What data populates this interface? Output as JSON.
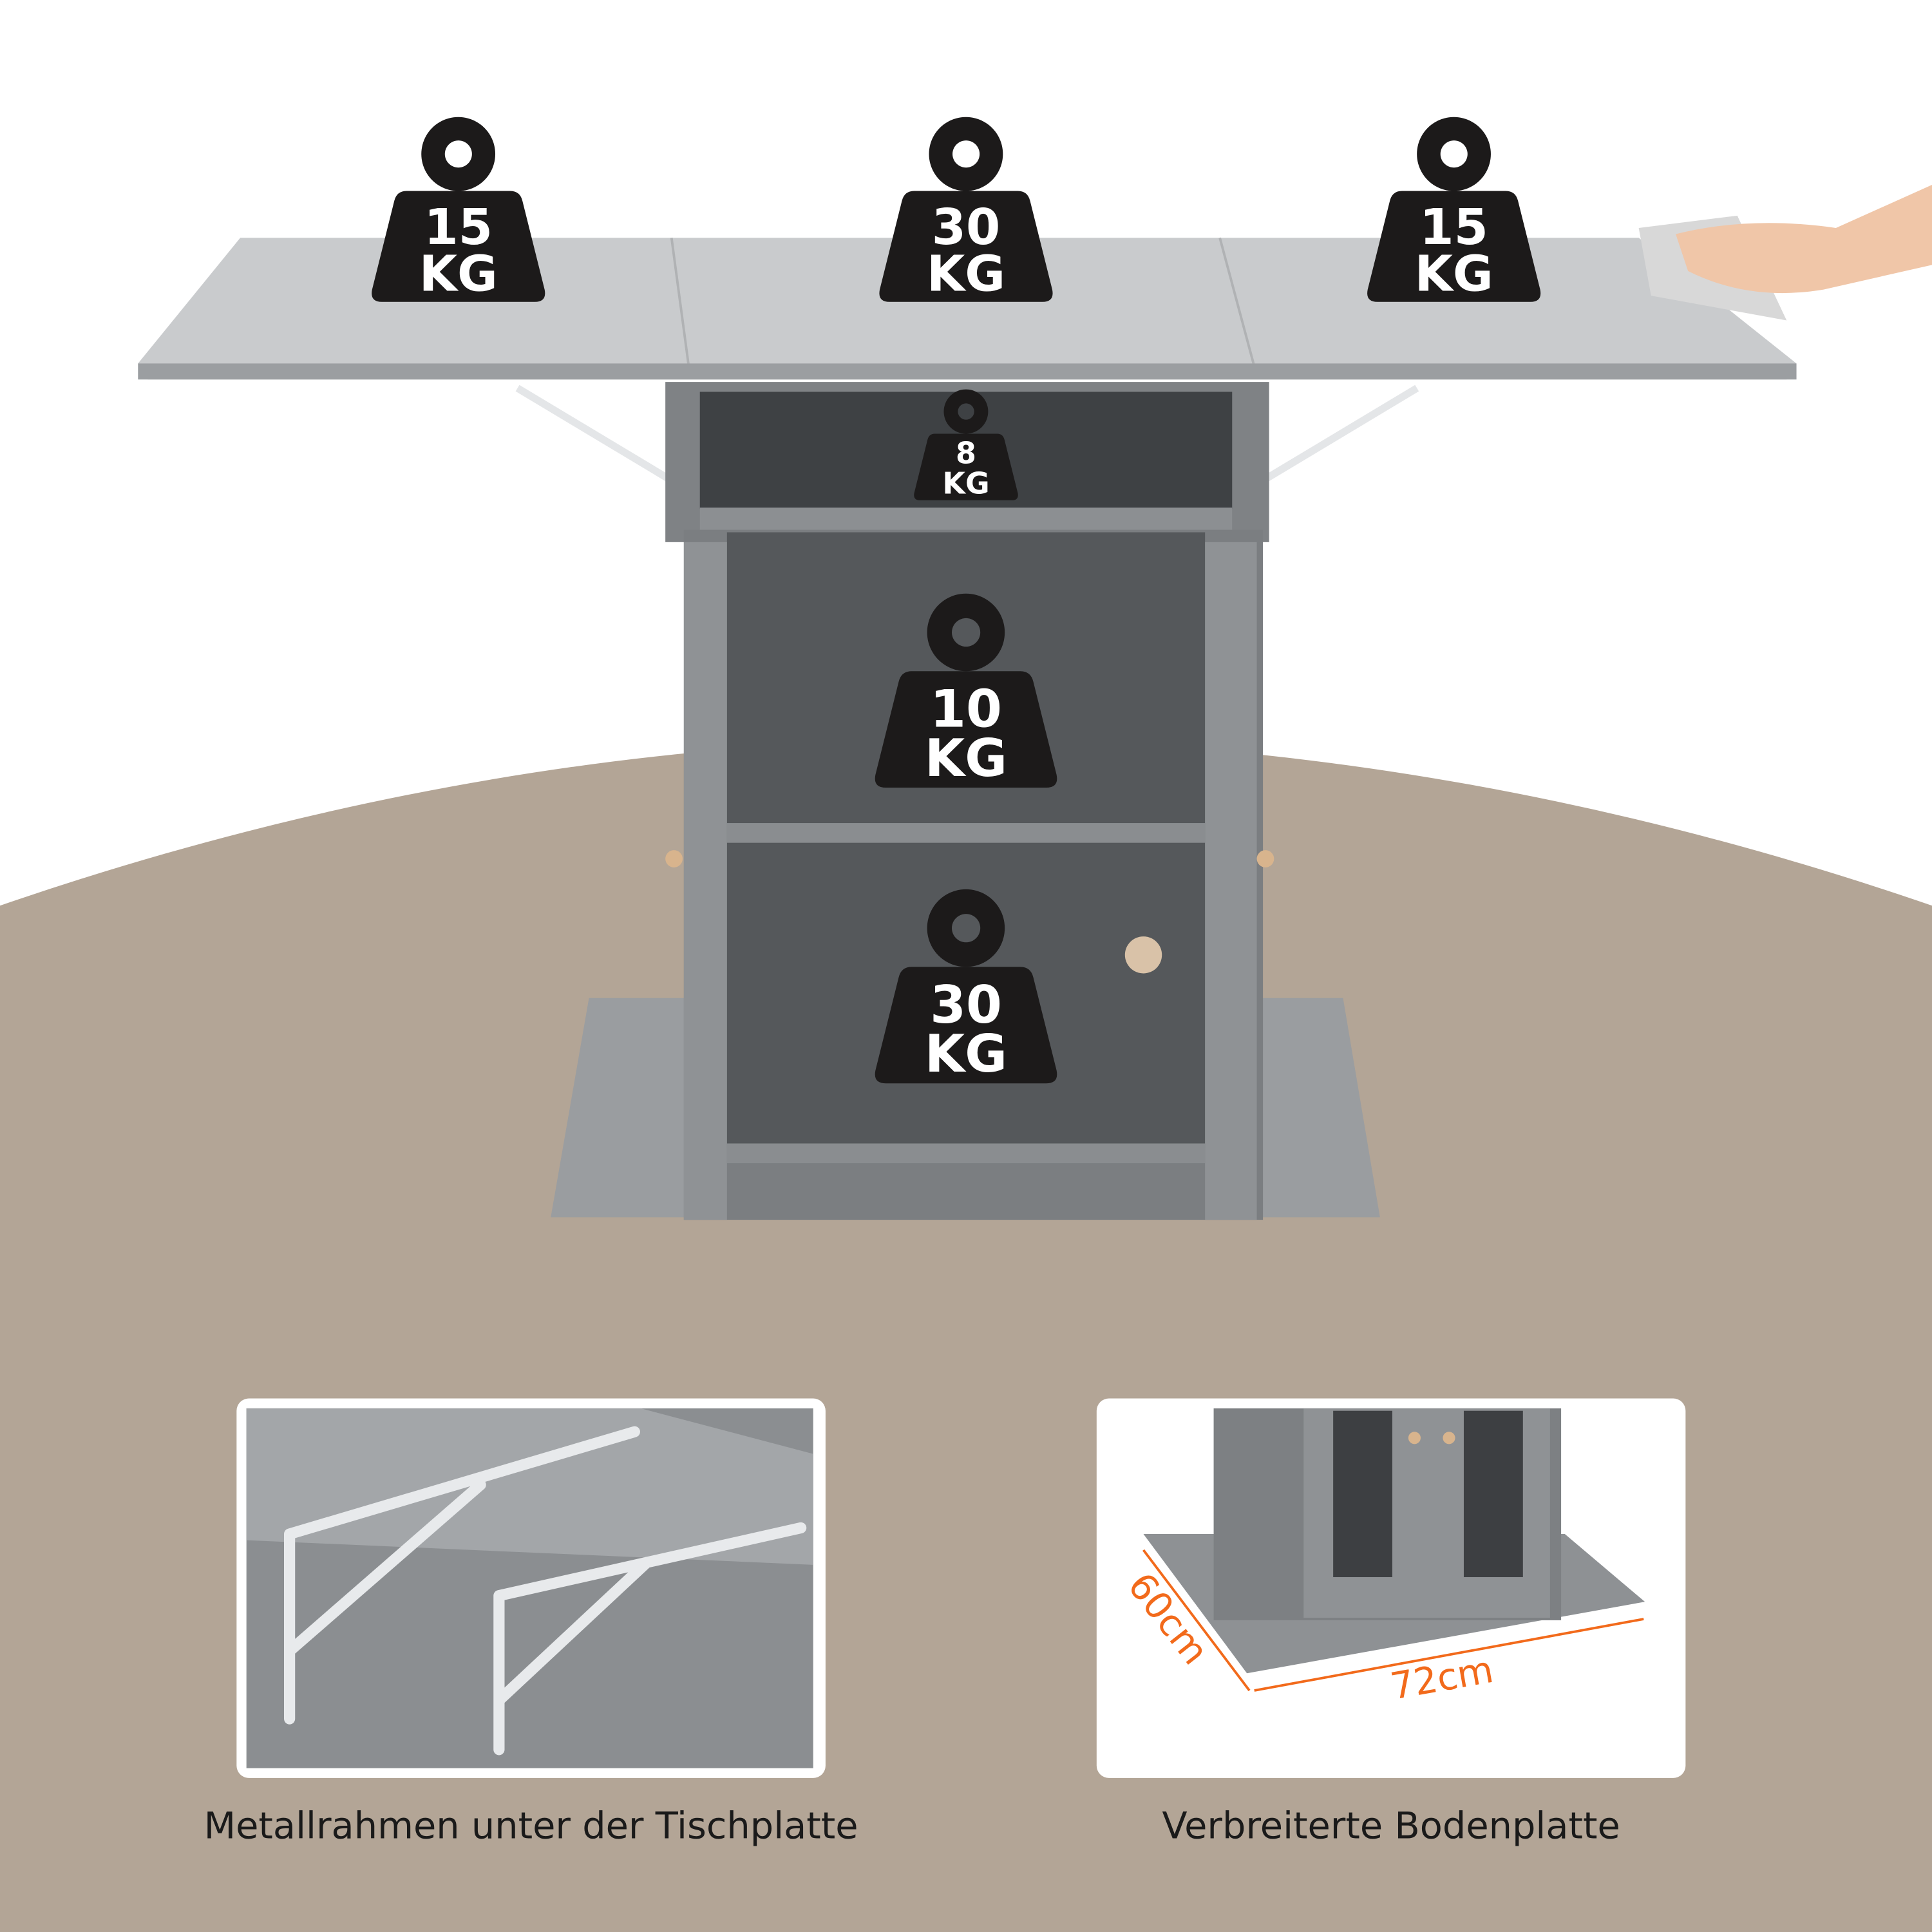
{
  "weights": {
    "top_left": {
      "value": "15",
      "unit": "KG"
    },
    "top_center": {
      "value": "30",
      "unit": "KG"
    },
    "top_right": {
      "value": "15",
      "unit": "KG"
    },
    "upper_shelf": {
      "value": "8",
      "unit": "KG"
    },
    "middle_shelf": {
      "value": "10",
      "unit": "KG"
    },
    "bottom_shelf": {
      "value": "30",
      "unit": "KG"
    }
  },
  "features": [
    {
      "caption": "Metallrahmen unter der Tischplatte"
    },
    {
      "caption": "Verbreiterte Bodenplatte",
      "depth": "60cm",
      "width": "72cm"
    }
  ],
  "colors": {
    "floor": "#b3a596",
    "cabinet": "#8a8d90",
    "accent": "#f26a1b"
  }
}
